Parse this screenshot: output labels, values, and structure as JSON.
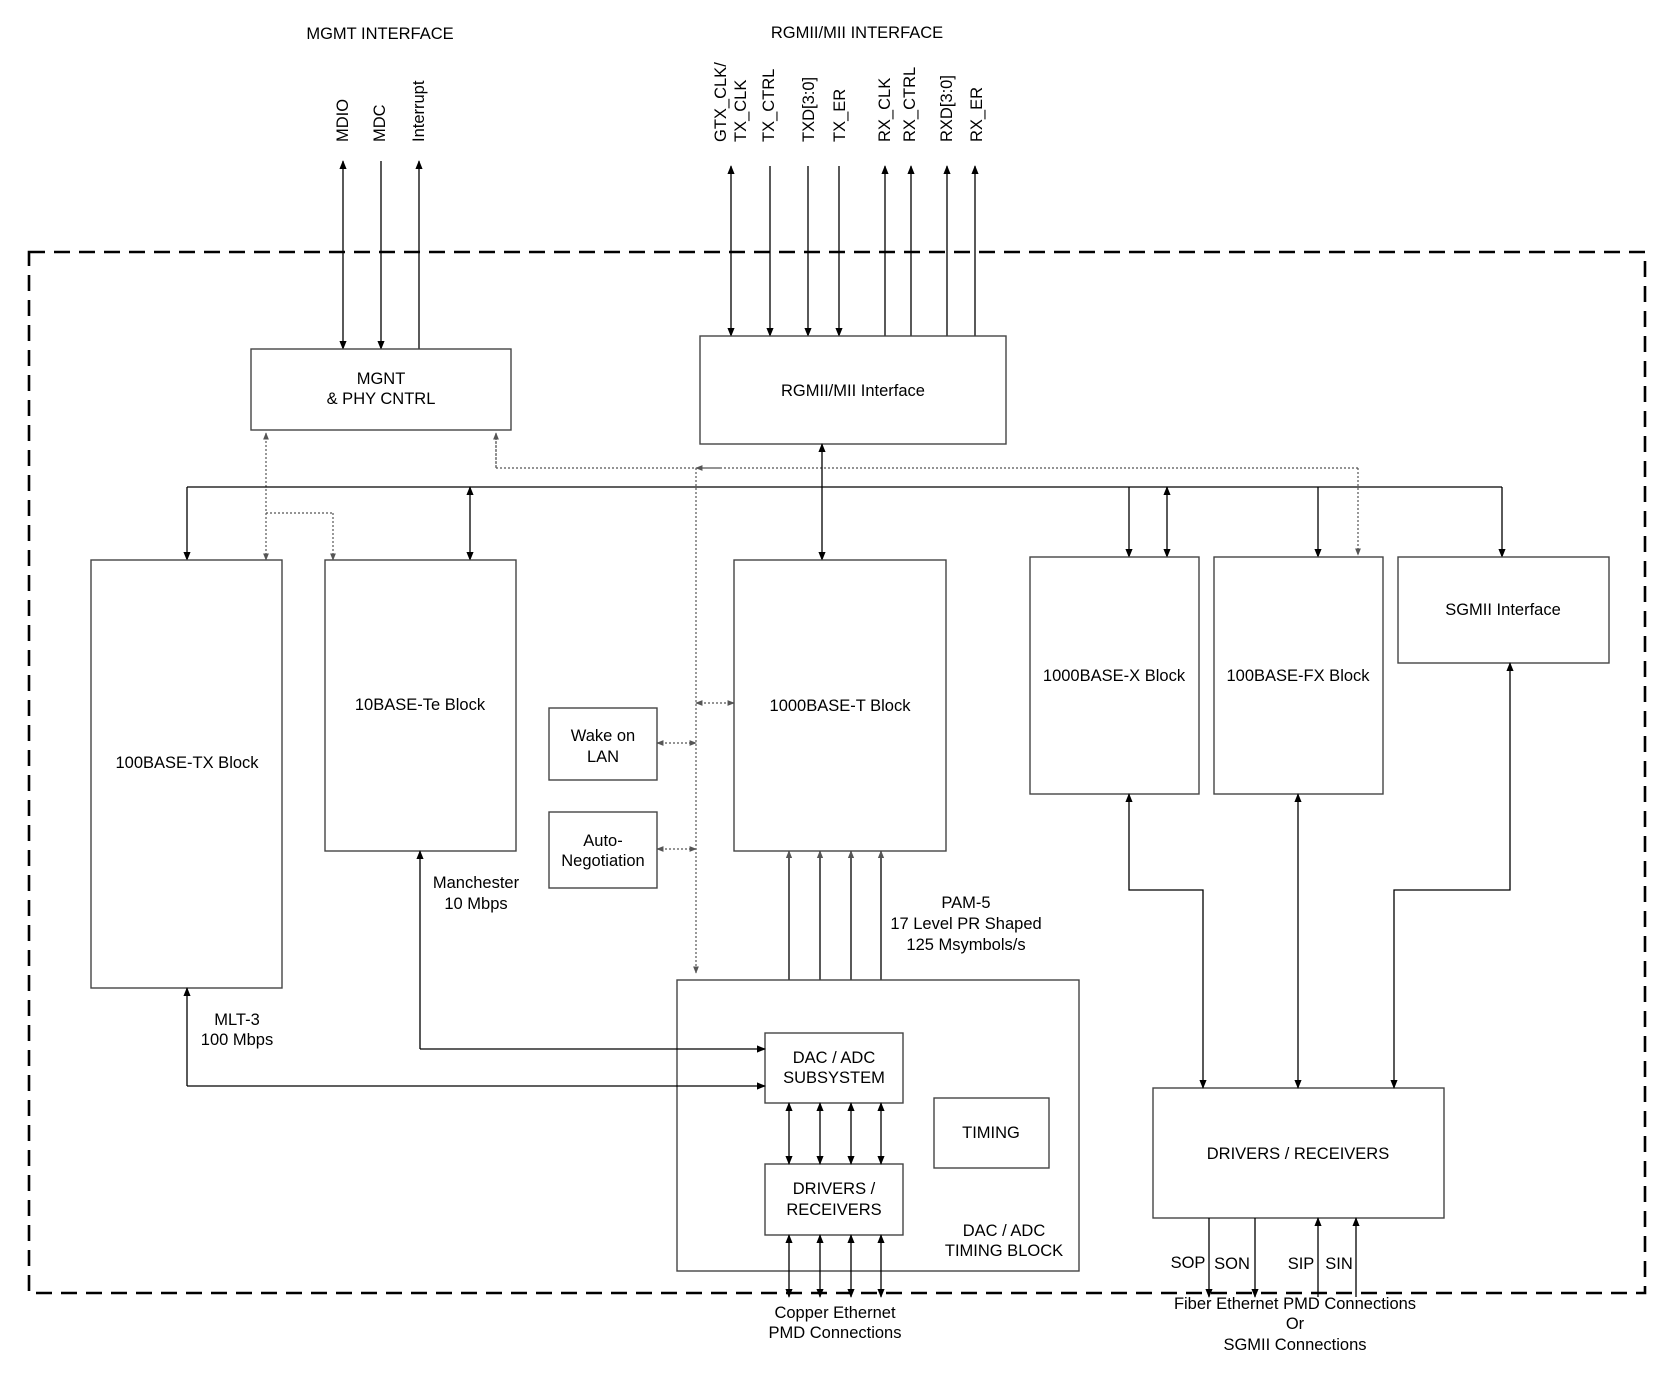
{
  "headers": {
    "mgmt": "MGMT INTERFACE",
    "rgmii": "RGMII/MII INTERFACE"
  },
  "mgmt_signals": [
    "MDIO",
    "MDC",
    "Interrupt"
  ],
  "rgmii_signals": [
    "GTX_CLK/",
    "TX_CLK",
    "TX_CTRL",
    "TXD[3:0]",
    "TX_ER",
    "RX_CLK",
    "RX_CTRL",
    "RXD[3:0]",
    "RX_ER"
  ],
  "blocks": {
    "mgnt_line1": "MGNT",
    "mgnt_line2": "& PHY CNTRL",
    "rgmii": "RGMII/MII Interface",
    "b100tx": "100BASE-TX Block",
    "b10te": "10BASE-Te Block",
    "b1000t": "1000BASE-T Block",
    "b1000x": "1000BASE-X Block",
    "b100fx": "100BASE-FX Block",
    "sgmii": "SGMII Interface",
    "wol_line1": "Wake on",
    "wol_line2": "LAN",
    "an_line1": "Auto-",
    "an_line2": "Negotiation",
    "dac_line1": "DAC / ADC",
    "dac_line2": "SUBSYSTEM",
    "drv_line1": "DRIVERS /",
    "drv_line2": "RECEIVERS",
    "timing": "TIMING",
    "dtb_line1": "DAC / ADC",
    "dtb_line2": "TIMING BLOCK",
    "fdrv": "DRIVERS / RECEIVERS"
  },
  "annotations": {
    "manch_line1": "Manchester",
    "manch_line2": "10 Mbps",
    "mlt_line1": "MLT-3",
    "mlt_line2": "100 Mbps",
    "pam_line1": "PAM-5",
    "pam_line2": "17 Level PR Shaped",
    "pam_line3": "125 Msymbols/s",
    "copper_line1": "Copper Ethernet",
    "copper_line2": "PMD Connections",
    "fiber_line1": "Fiber Ethernet PMD Connections",
    "fiber_line2": "Or",
    "fiber_line3": "SGMII Connections"
  },
  "fiber_signals": [
    "SOP",
    "SON",
    "SIP",
    "SIN"
  ]
}
